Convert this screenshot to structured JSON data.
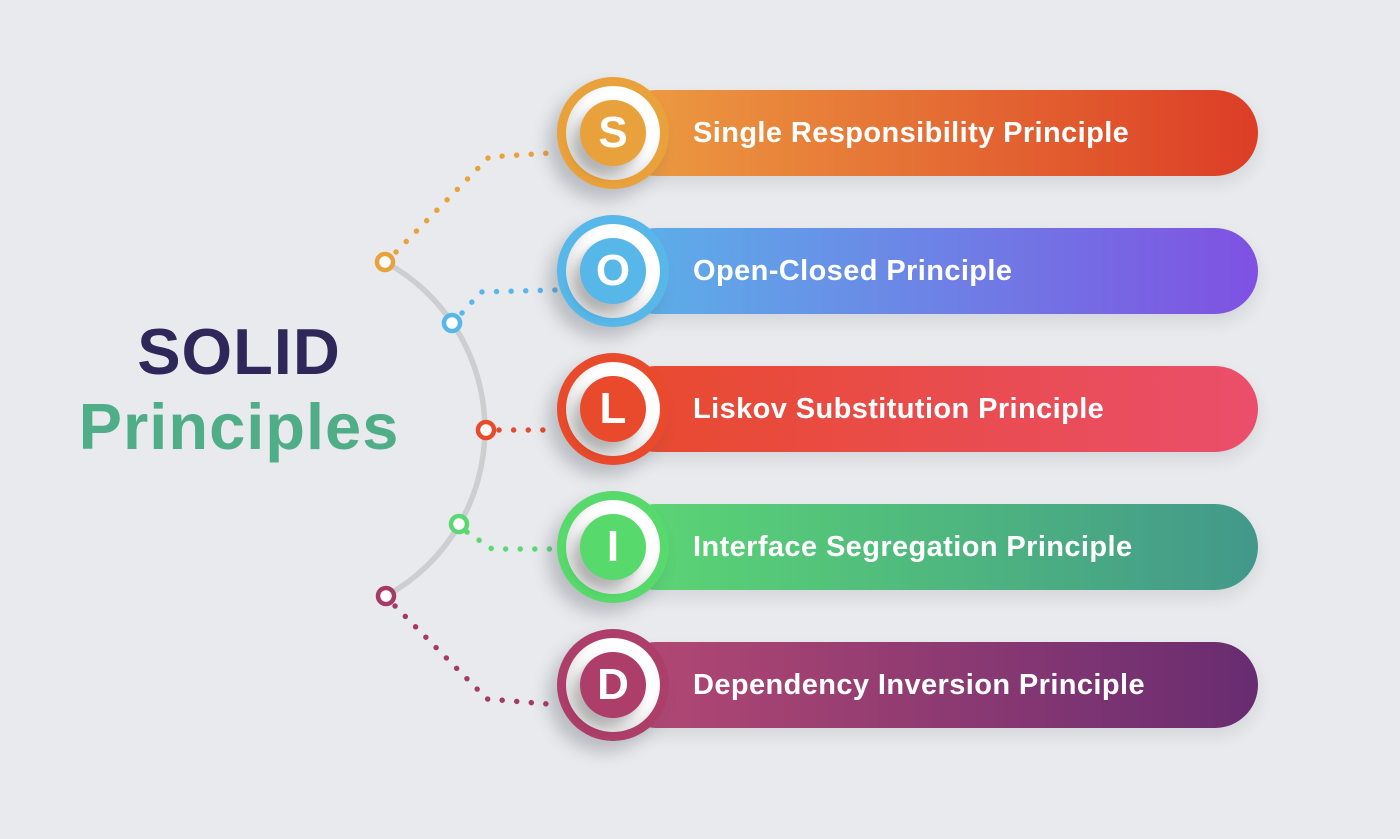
{
  "background_color": "#E8EAED",
  "title": {
    "line1": "SOLID",
    "line2": "Principles",
    "line1_color": "#2F2659",
    "line2_color": "#4FAE87"
  },
  "decoration": {
    "arc_color": "#CDCED0",
    "node_fill": "#FFFFFF"
  },
  "principles": [
    {
      "letter": "S",
      "label": "Single Responsibility Principle",
      "badge_color": "#E9A13B",
      "banner_gradient": [
        "#ED9E42",
        "#DC3D26"
      ],
      "connector_color": "#E9A13B"
    },
    {
      "letter": "O",
      "label": "Open-Closed Principle",
      "badge_color": "#56B7E8",
      "banner_gradient": [
        "#5BB3E9",
        "#7F51E2"
      ],
      "connector_color": "#56B7E8"
    },
    {
      "letter": "L",
      "label": "Liskov Substitution Principle",
      "badge_color": "#E84A2B",
      "banner_gradient": [
        "#E84A2D",
        "#EA4E6B"
      ],
      "connector_color": "#E84A2D"
    },
    {
      "letter": "I",
      "label": "Interface Segregation Principle",
      "badge_color": "#58D96C",
      "banner_gradient": [
        "#5CD873",
        "#42988A"
      ],
      "connector_color": "#5CD873"
    },
    {
      "letter": "D",
      "label": "Dependency Inversion Principle",
      "badge_color": "#AC3E69",
      "banner_gradient": [
        "#B54973",
        "#682C71"
      ],
      "connector_color": "#A63A66"
    }
  ]
}
